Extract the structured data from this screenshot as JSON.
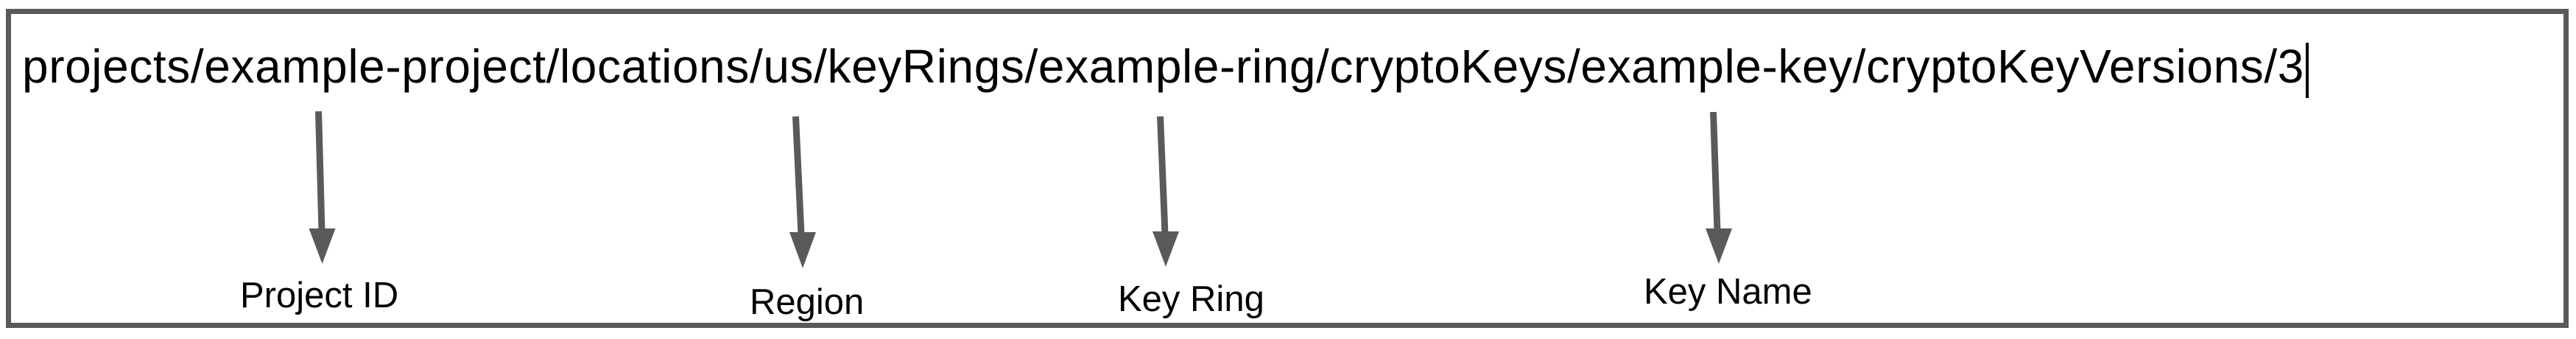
{
  "resource_path_editor": {
    "full_path": "projects/example-project/locations/us/keyRings/example-ring/cryptoKeys/example-key/cryptoKeyVersions/3",
    "caret_visible": true
  },
  "annotations": [
    {
      "label": "Project ID",
      "points_to": "example-project"
    },
    {
      "label": "Region",
      "points_to": "us"
    },
    {
      "label": "Key Ring",
      "points_to": "example-ring"
    },
    {
      "label": "Key Name",
      "points_to": "example-key"
    }
  ],
  "colors": {
    "frame_border": "#5a5a5a",
    "arrow": "#5a5a5a",
    "text": "#000000",
    "background": "#ffffff"
  }
}
